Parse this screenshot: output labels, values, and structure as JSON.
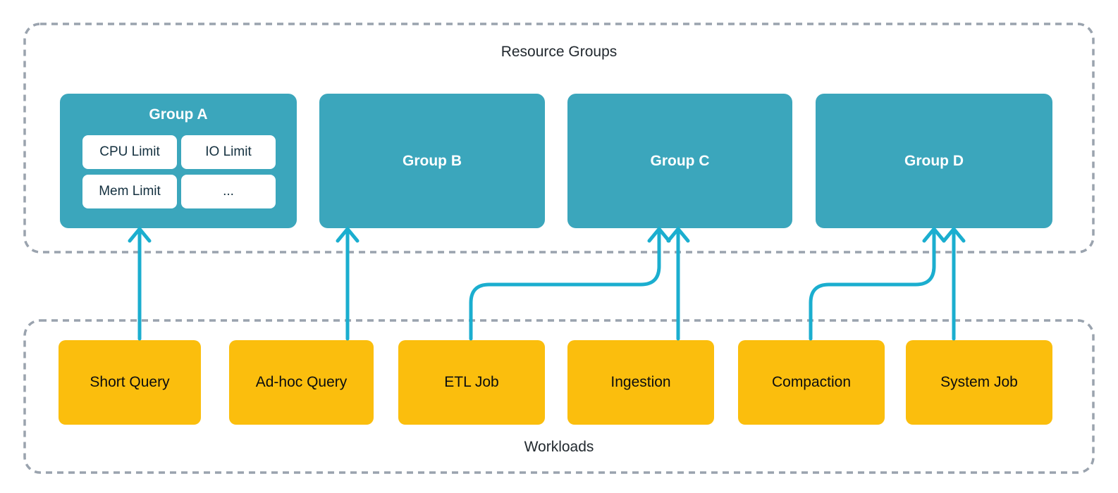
{
  "resource_groups": {
    "title": "Resource Groups",
    "groups": [
      {
        "label": "Group A",
        "limits": [
          "CPU Limit",
          "IO Limit",
          "Mem Limit",
          "..."
        ]
      },
      {
        "label": "Group B"
      },
      {
        "label": "Group C"
      },
      {
        "label": "Group D"
      }
    ]
  },
  "workloads": {
    "title": "Workloads",
    "items": [
      {
        "label": "Short Query"
      },
      {
        "label": "Ad-hoc Query"
      },
      {
        "label": "ETL Job"
      },
      {
        "label": "Ingestion"
      },
      {
        "label": "Compaction"
      },
      {
        "label": "System Job"
      }
    ]
  },
  "connections": [
    {
      "from": "Short Query",
      "to": "Group A",
      "shape": "straight"
    },
    {
      "from": "Ad-hoc Query",
      "to": "Group B",
      "shape": "straight"
    },
    {
      "from": "ETL Job",
      "to": "Group C",
      "shape": "elbow"
    },
    {
      "from": "Ingestion",
      "to": "Group C",
      "shape": "straight"
    },
    {
      "from": "Compaction",
      "to": "Group D",
      "shape": "elbow"
    },
    {
      "from": "System Job",
      "to": "Group D",
      "shape": "straight"
    }
  ],
  "colors": {
    "group_fill": "#3BA6BC",
    "workload_fill": "#FBBE0D",
    "arrow": "#1BAECF",
    "dashed_border": "#9AA3AE",
    "heading_text": "#22292F",
    "limit_text": "#14303F",
    "group_text": "#FFFFFF",
    "workload_text": "#0B0D0F"
  }
}
